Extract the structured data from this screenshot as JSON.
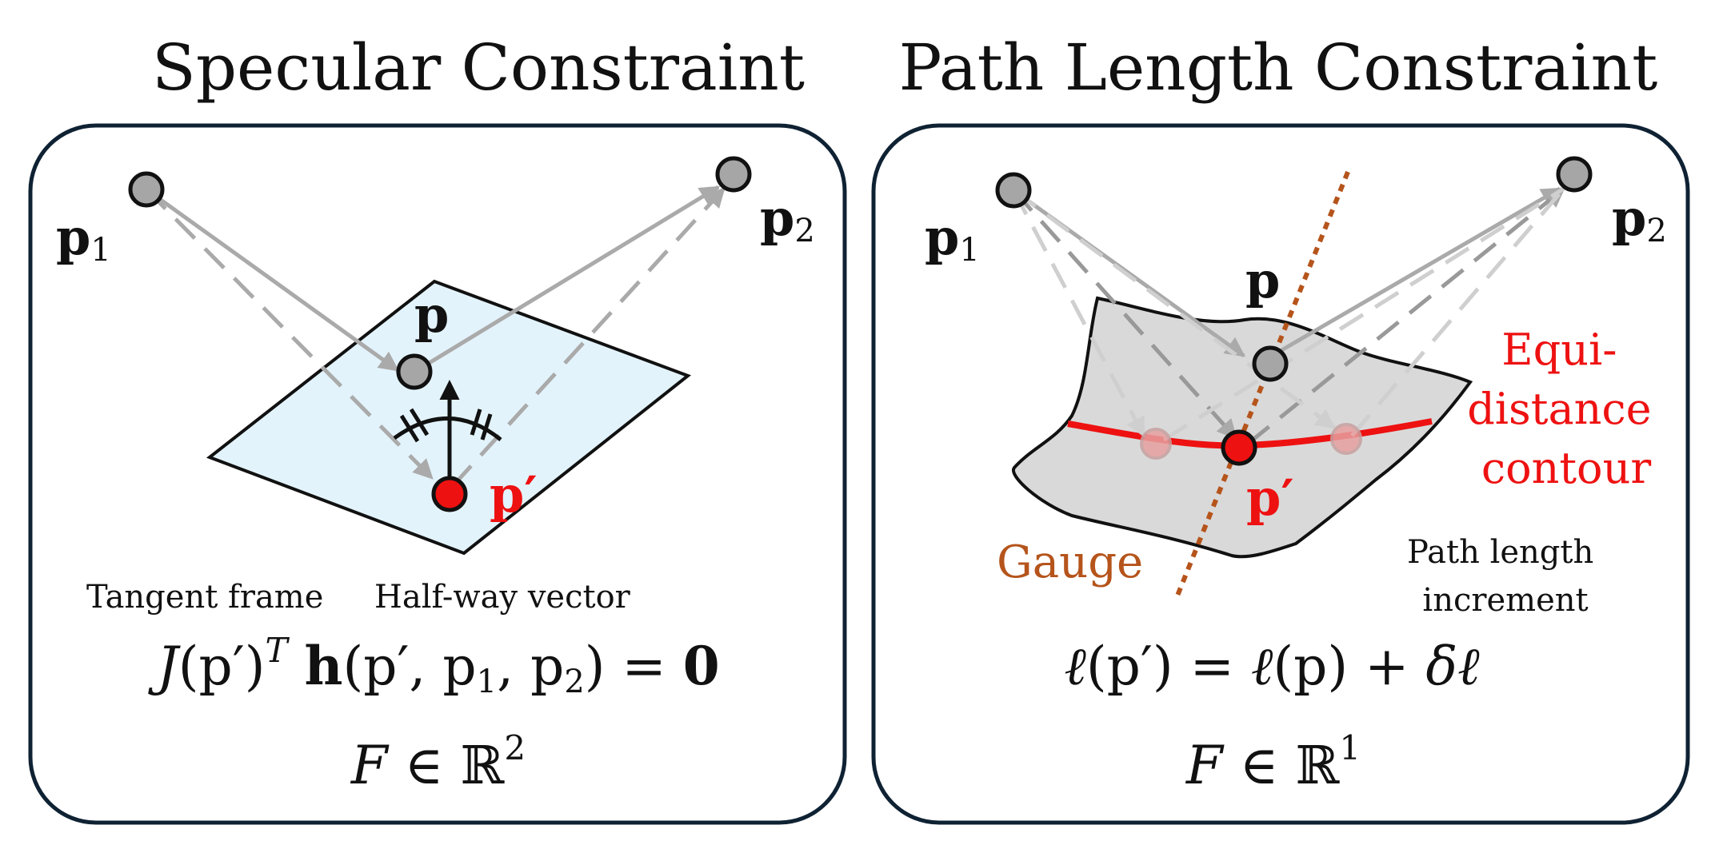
{
  "left": {
    "title": "Specular Constraint",
    "labels": {
      "p1": "p",
      "p1_sub": "1",
      "p2": "p",
      "p2_sub": "2",
      "p": "p",
      "pprime": "p′"
    },
    "captions": {
      "tangent_frame": "Tangent frame",
      "half_way": "Half-way vector"
    },
    "equation": {
      "j": "J",
      "arg1": "(p′)",
      "sup": "T",
      "h": "h",
      "arg2_open": "(p′, p",
      "s1": "1",
      "mid": ", p",
      "s2": "2",
      "arg2_close": ") = ",
      "zero": "0"
    },
    "dim": {
      "f": "F",
      "rel": " ∈ ℝ",
      "exp": "2"
    }
  },
  "right": {
    "title": "Path Length Constraint",
    "labels": {
      "p1": "p",
      "p1_sub": "1",
      "p2": "p",
      "p2_sub": "2",
      "p": "p",
      "pprime": "p′"
    },
    "contour_label": [
      "Equi-",
      "distance",
      "contour"
    ],
    "gauge": "Gauge",
    "increment": [
      "Path length",
      "increment"
    ],
    "equation": {
      "l1": "ℓ",
      "a1": "(p′) = ",
      "l2": "ℓ",
      "a2": "(p) + ",
      "dl": "δℓ"
    },
    "dim": {
      "f": "F",
      "rel": " ∈ ℝ",
      "exp": "1"
    }
  },
  "colors": {
    "plane_fill": "#e3f3fc",
    "surface_fill": "#d9d9d9",
    "point_fill": "#a6a6a6",
    "point_red": "#ee1111",
    "ray": "#aaaaaa",
    "gauge": "#b5541b",
    "contour": "#ee1111",
    "frame": "#0f2233"
  }
}
